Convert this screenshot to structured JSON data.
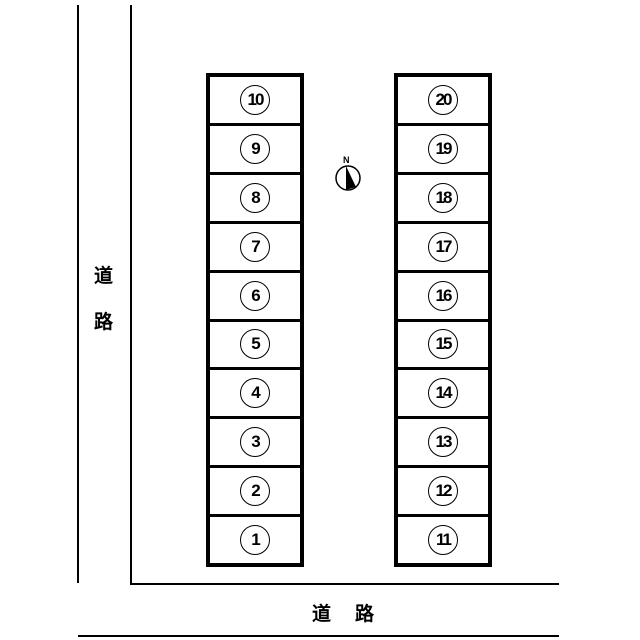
{
  "road_label_left": [
    "道",
    "路"
  ],
  "road_label_bottom": [
    "道",
    "路"
  ],
  "compass": {
    "label": "N"
  },
  "left_column": [
    "10",
    "9",
    "8",
    "7",
    "6",
    "5",
    "4",
    "3",
    "2",
    "1"
  ],
  "right_column": [
    "20",
    "19",
    "18",
    "17",
    "16",
    "15",
    "14",
    "13",
    "12",
    "11"
  ]
}
